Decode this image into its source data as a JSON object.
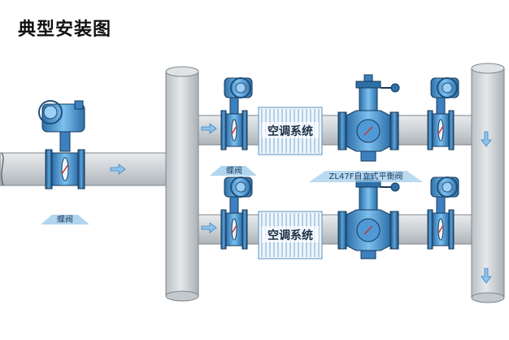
{
  "title": "典型安装图",
  "labels": {
    "ac_system_top": "空调系统",
    "ac_system_bottom": "空调系统",
    "butterfly_valve_left": "蝶阀",
    "butterfly_valve_mid": "蝶阀",
    "balance_valve": "ZL47F自立式平衡阀"
  },
  "colors": {
    "pipe": "#cfd4d8",
    "pipe_edge": "#7f878d",
    "valve_blue": "#4f9ad6",
    "valve_dark": "#1f4f7a",
    "arrow": "#8fc4ee",
    "label_shadow": "#9ecbea"
  }
}
